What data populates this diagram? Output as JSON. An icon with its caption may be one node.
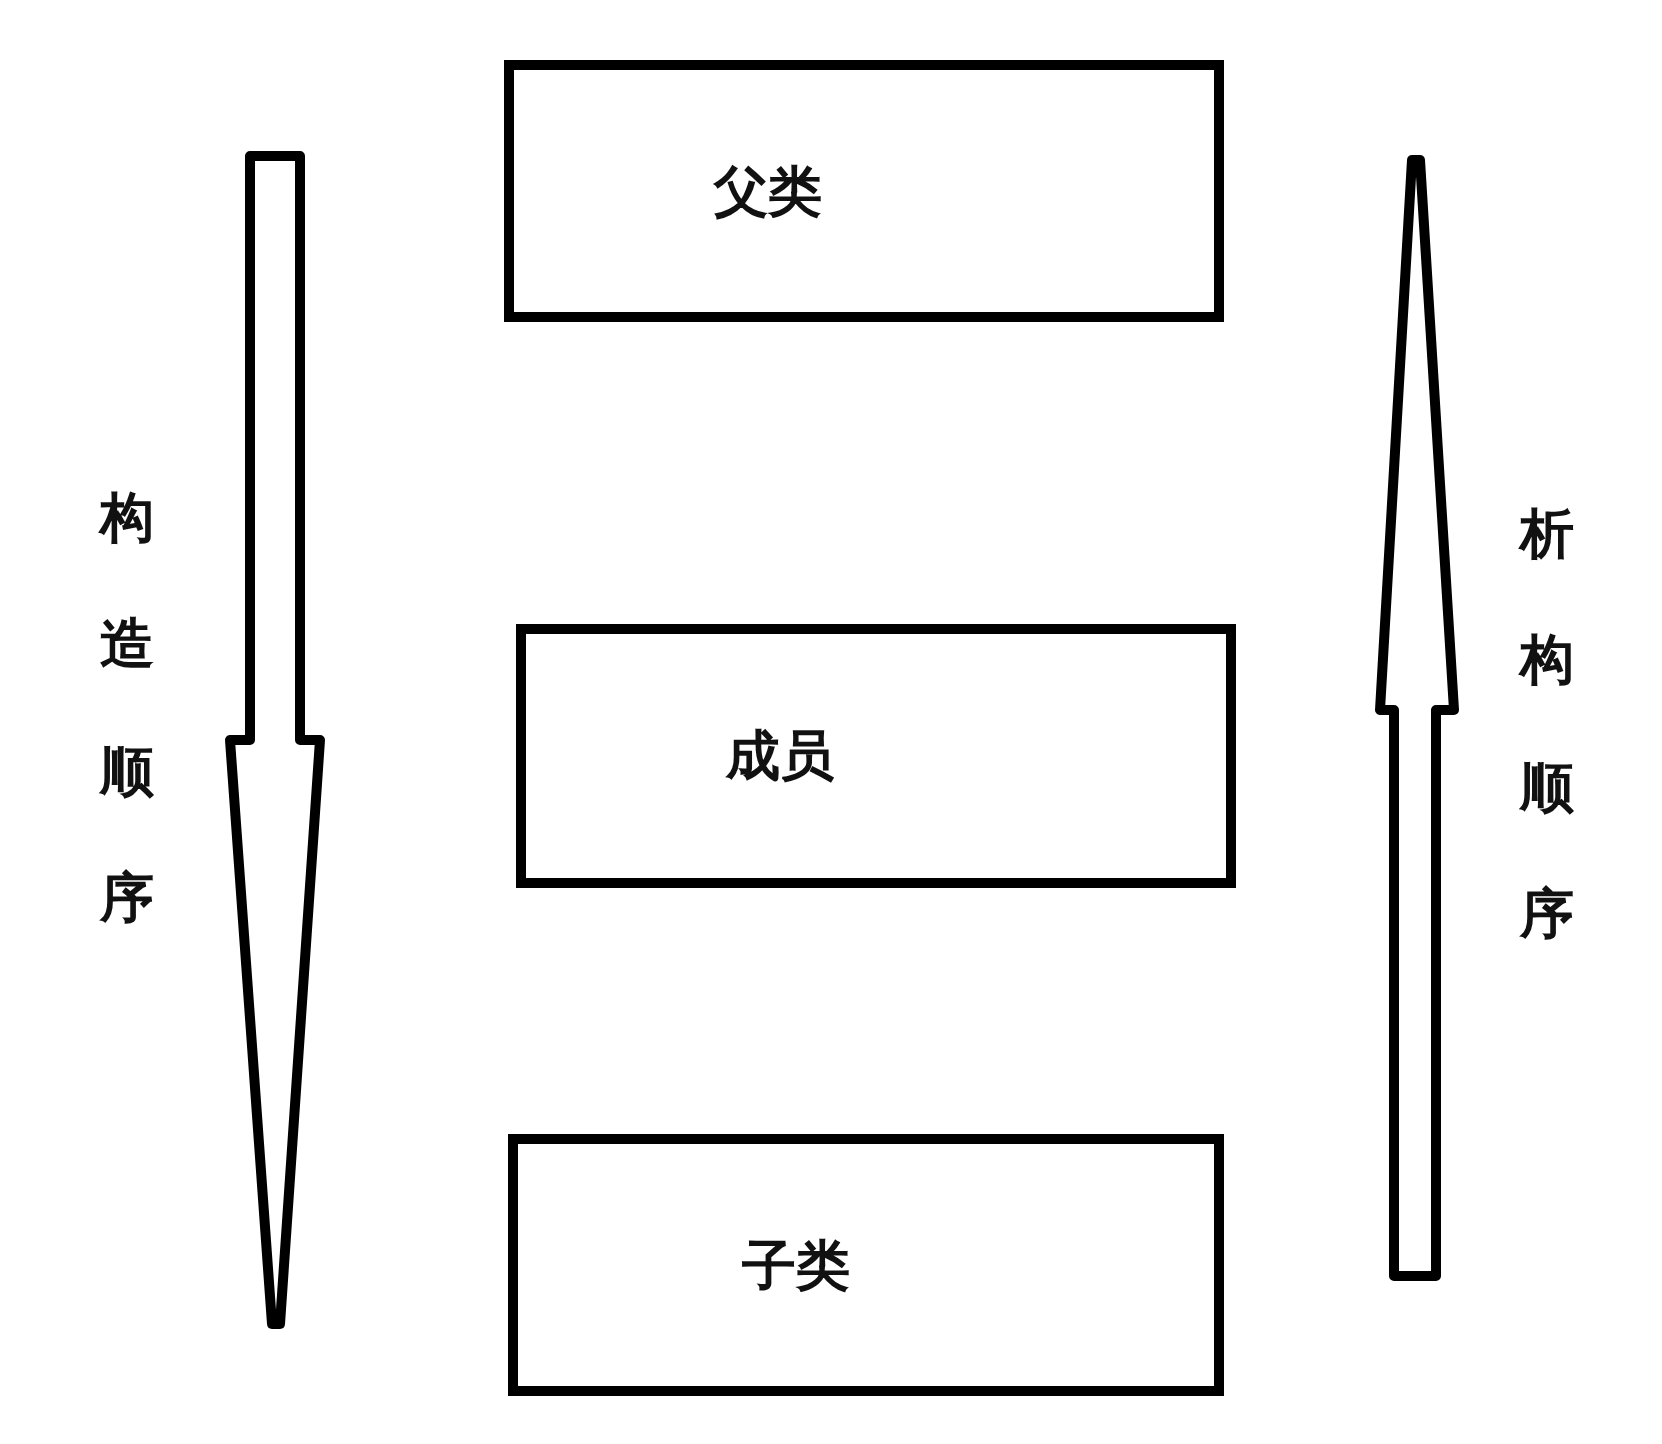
{
  "diagram": {
    "nodes": [
      {
        "text": [
          "父类"
        ]
      },
      {
        "text": [
          "成员"
        ]
      },
      {
        "text": [
          "子类"
        ]
      }
    ],
    "labels": [
      "构造顺序",
      "析构顺序"
    ]
  }
}
